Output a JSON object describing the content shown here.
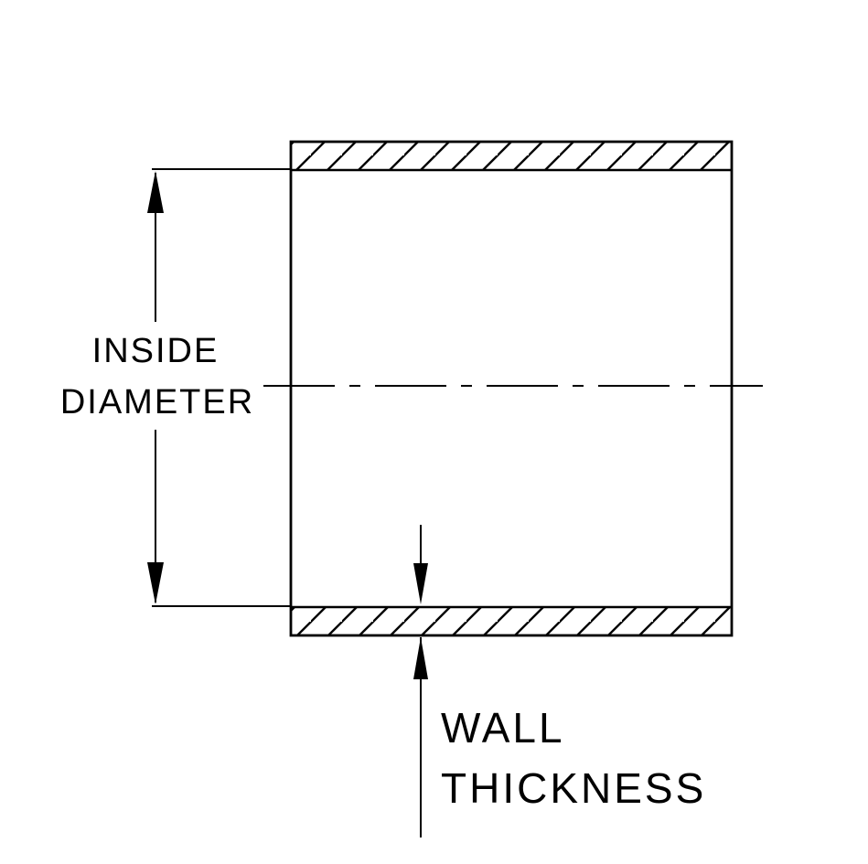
{
  "diagram": {
    "labels": {
      "inside_line1": "INSIDE",
      "inside_line2": "DIAMETER",
      "wall_line1": "WALL",
      "wall_line2": "THICKNESS"
    },
    "colors": {
      "line": "#000000",
      "background": "#ffffff"
    }
  }
}
